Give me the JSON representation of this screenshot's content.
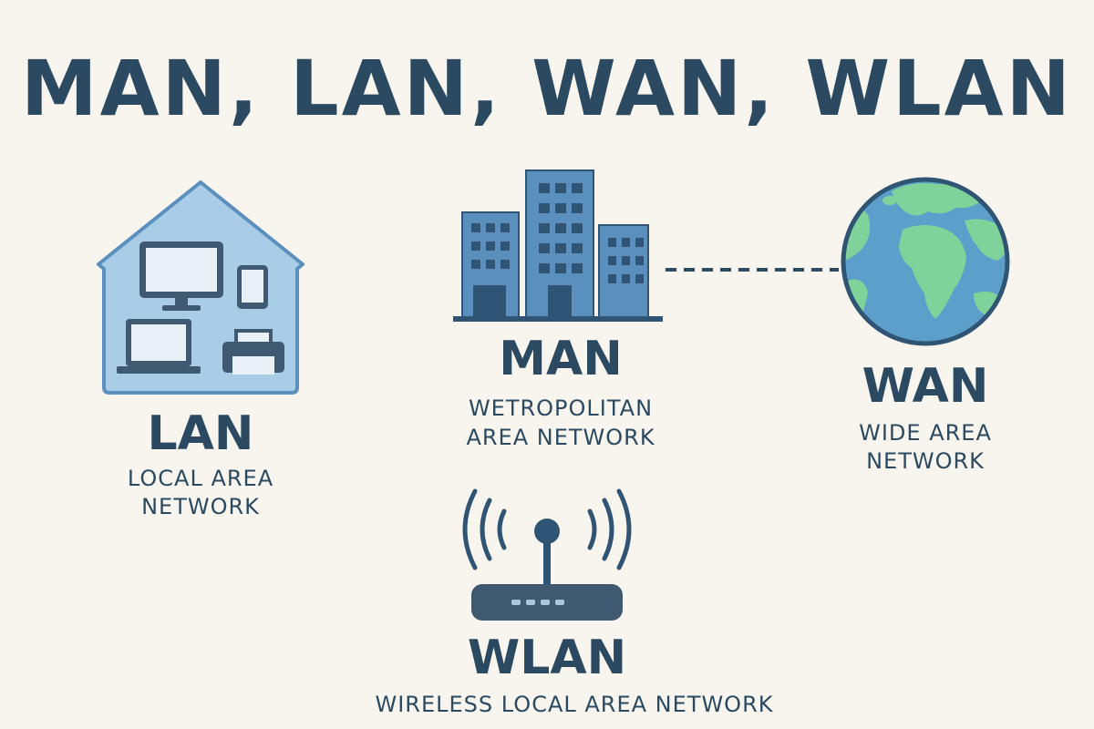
{
  "title": "MAN, LAN, WAN, WLAN",
  "nodes": {
    "lan": {
      "label": "LAN",
      "sub_line1": "LOCAL AREA",
      "sub_line2": "NETWORK",
      "icon": "house-with-devices-icon"
    },
    "man": {
      "label": "MAN",
      "sub_line1": "WETROPOLITAN",
      "sub_line2": "AREA NETWORK",
      "icon": "city-buildings-icon"
    },
    "wan": {
      "label": "WAN",
      "sub_line1": "WIDE AREA",
      "sub_line2": "NETWORK",
      "icon": "globe-icon"
    },
    "wlan": {
      "label": "WLAN",
      "sub_line1": "WIRELESS LOCAL AREA NETWORK",
      "icon": "wireless-router-icon"
    }
  },
  "connections": [
    {
      "from": "man",
      "to": "wan",
      "style": "dashed"
    }
  ],
  "colors": {
    "background": "#f8f5ee",
    "text": "#2b4a61",
    "light_blue": "#a9cde6",
    "mid_blue": "#5b8fbd",
    "ocean": "#5c9fcb",
    "land": "#7fd39a"
  }
}
